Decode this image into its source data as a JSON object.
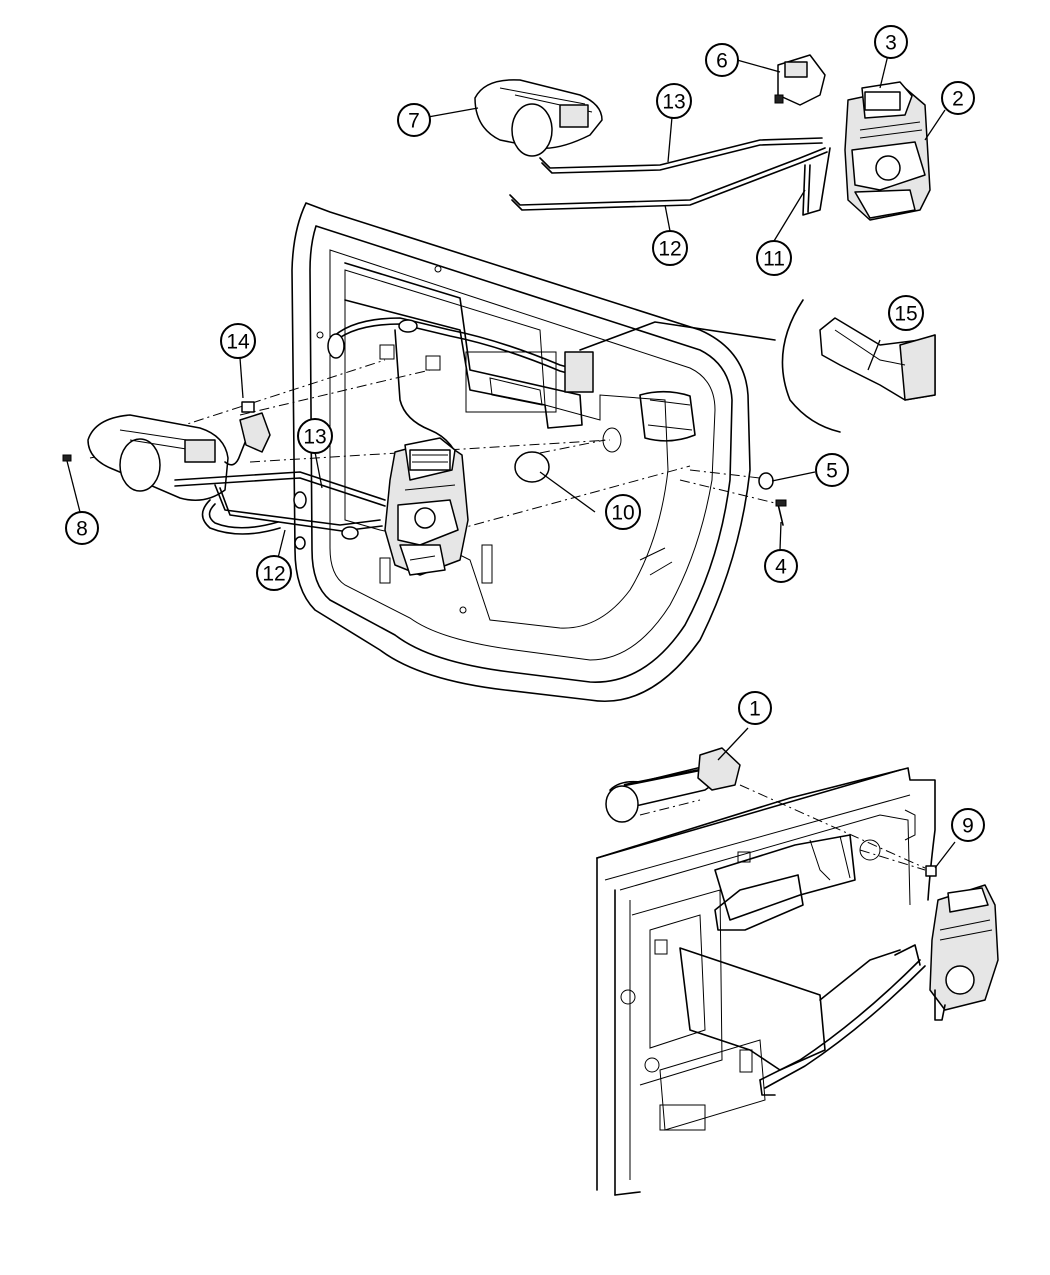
{
  "callouts": [
    {
      "id": "c1",
      "label": "1"
    },
    {
      "id": "c2",
      "label": "2"
    },
    {
      "id": "c3",
      "label": "3"
    },
    {
      "id": "c4",
      "label": "4"
    },
    {
      "id": "c5",
      "label": "5"
    },
    {
      "id": "c6",
      "label": "6"
    },
    {
      "id": "c7",
      "label": "7"
    },
    {
      "id": "c8",
      "label": "8"
    },
    {
      "id": "c9",
      "label": "9"
    },
    {
      "id": "c10",
      "label": "10"
    },
    {
      "id": "c11",
      "label": "11"
    },
    {
      "id": "c12a",
      "label": "12"
    },
    {
      "id": "c12b",
      "label": "12"
    },
    {
      "id": "c13a",
      "label": "13"
    },
    {
      "id": "c13b",
      "label": "13"
    },
    {
      "id": "c14",
      "label": "14"
    },
    {
      "id": "c15",
      "label": "15"
    }
  ]
}
